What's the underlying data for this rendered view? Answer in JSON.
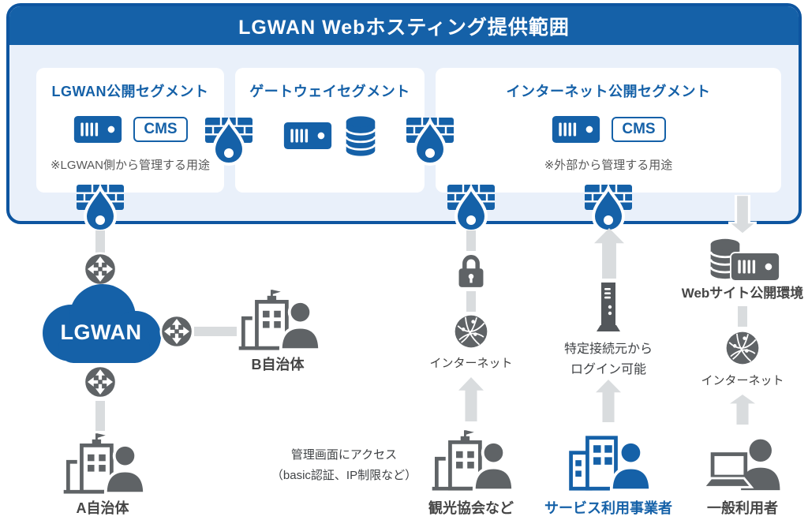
{
  "colors": {
    "primary_blue": "#1561a8",
    "border_blue": "#0d55a0",
    "panel_bg": "#e9f0fa",
    "icon_gray": "#5f6366",
    "connector_gray": "#d9dcde",
    "text_dark": "#454545"
  },
  "panel": {
    "title": "LGWAN Webホスティング提供範囲"
  },
  "segments": [
    {
      "title": "LGWAN公開セグメント",
      "cms": "CMS",
      "note": "※LGWAN側から管理する用途"
    },
    {
      "title": "ゲートウェイセグメント"
    },
    {
      "title": "インターネット公開セグメント",
      "cms": "CMS",
      "note": "※外部から管理する用途"
    }
  ],
  "lgwan": {
    "cloud": "LGWAN",
    "muni_a": "A自治体",
    "muni_b": "B自治体"
  },
  "internet_path": {
    "internet": "インターネット",
    "admin_line1": "管理画面にアクセス",
    "admin_line2": "（basic認証、IP制限など）",
    "tourism": "観光協会など"
  },
  "provider_path": {
    "login_line1": "特定接続元から",
    "login_line2": "ログイン可能",
    "provider": "サービス利用事業者"
  },
  "public_path": {
    "web_env": "Webサイト公開環境",
    "internet": "インターネット",
    "user": "一般利用者"
  }
}
